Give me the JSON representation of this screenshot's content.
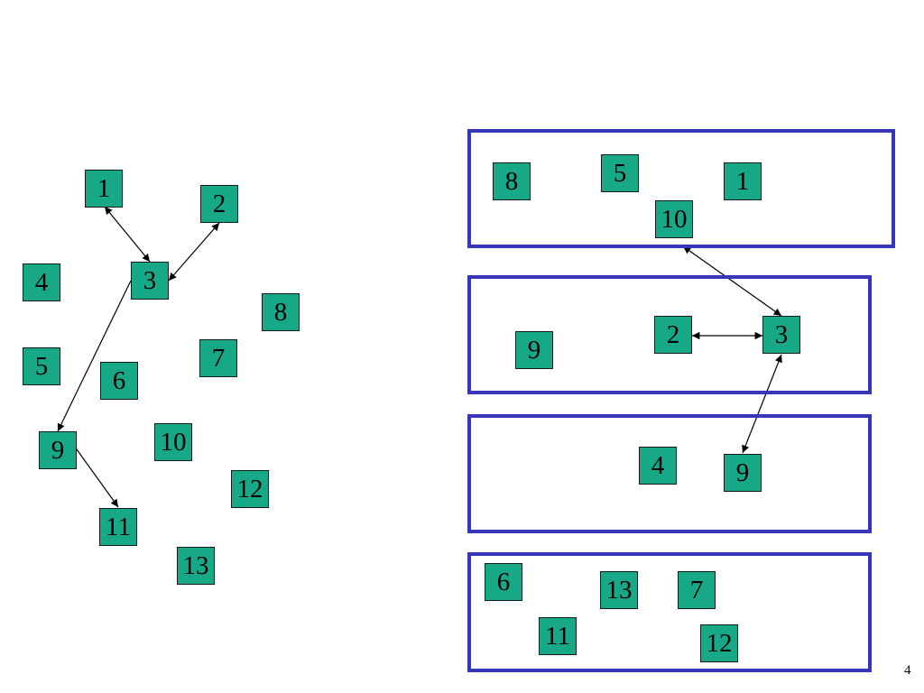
{
  "colors": {
    "node_fill": "#17a887",
    "node_border": "#1a1a1a",
    "group_border": "#3636b8",
    "edge": "#000000"
  },
  "left_graph": {
    "nodes": [
      "1",
      "2",
      "3",
      "4",
      "5",
      "6",
      "7",
      "8",
      "9",
      "10",
      "11",
      "12",
      "13"
    ],
    "edges": [
      {
        "from": "1",
        "to": "3",
        "bidirectional": true
      },
      {
        "from": "3",
        "to": "2",
        "bidirectional": true
      },
      {
        "from": "3",
        "to": "9",
        "bidirectional": false
      },
      {
        "from": "9",
        "to": "11",
        "bidirectional": false
      }
    ]
  },
  "right_graph": {
    "groups": [
      {
        "nodes": [
          "8",
          "5",
          "1",
          "10"
        ]
      },
      {
        "nodes": [
          "9",
          "2",
          "3"
        ]
      },
      {
        "nodes": [
          "4",
          "9"
        ]
      },
      {
        "nodes": [
          "6",
          "13",
          "7",
          "11",
          "12"
        ]
      }
    ],
    "edges": [
      {
        "from": "10",
        "to": "3",
        "bidirectional": true
      },
      {
        "from": "2",
        "to": "3",
        "bidirectional": true
      },
      {
        "from": "3",
        "to": "9",
        "bidirectional": true
      }
    ]
  },
  "page_number": "4"
}
